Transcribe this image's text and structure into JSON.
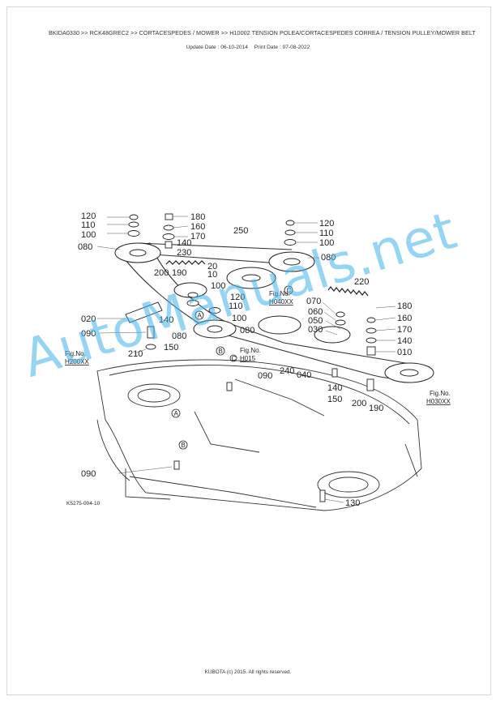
{
  "header": {
    "breadcrumb": "BKIDA0330 >> RCK48GREC2 >> CORTACESPEDES / MOWER >> H10002   TENSION POLEA/CORTACESPEDES CORREA / TENSION PULLEY/MOWER BELT",
    "update_date": "Update Date : 06-10-2014",
    "print_date": "Print Date : 07-08-2022"
  },
  "diagram": {
    "code": "K5275-004-10",
    "part_labels": {
      "p120a": "120",
      "p110a": "110",
      "p100a": "100",
      "p080a": "080",
      "p180a": "180",
      "p160a": "160",
      "p170a": "170",
      "p140a": "140",
      "p250": "250",
      "p120b": "120",
      "p110b": "110",
      "p100b": "100",
      "p080b": "080",
      "p230": "230",
      "p20": "20",
      "p10": "10",
      "p200a": "200",
      "p190a": "190",
      "p100c": "100",
      "p120c": "120",
      "p110c": "110",
      "p100d": "100",
      "p020": "020",
      "p140b": "140",
      "p090a": "090",
      "p080c": "080",
      "p080d": "080",
      "p210": "210",
      "p150a": "150",
      "p090b": "090",
      "p240": "240",
      "p220": "220",
      "p070": "070",
      "p060": "060",
      "p050": "050",
      "p030": "030",
      "p180b": "180",
      "p160b": "160",
      "p170b": "170",
      "p140c": "140",
      "p010": "010",
      "p040": "040",
      "p140d": "140",
      "p150b": "150",
      "p200b": "200",
      "p190b": "190",
      "p090c": "090",
      "p130": "130"
    },
    "markers": {
      "a": "A",
      "b": "B",
      "c": "C"
    },
    "fig_refs": {
      "fig_label": "Fig.No.",
      "h200": "H200XX",
      "h040": "H040XX",
      "h015": "H015",
      "h030": "H030XX"
    }
  },
  "watermark": "AutoManuals.net",
  "footer": {
    "copyright": "KUBOTA (c) 2015. All rights reserved."
  }
}
